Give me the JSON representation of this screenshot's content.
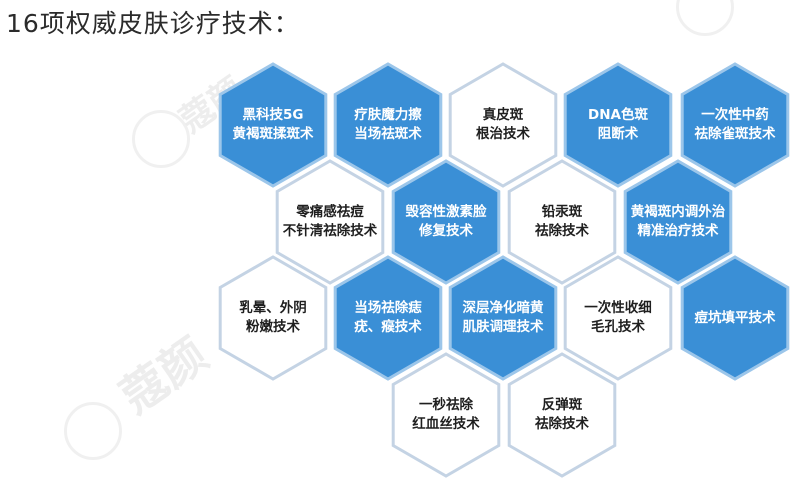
{
  "title": "16项权威皮肤诊疗技术：",
  "watermark": "蔻颜",
  "colors": {
    "blue": "#3a8fd6",
    "blue_stroke": "#9cc6ea",
    "white_fill": "#ffffff",
    "white_stroke": "#c4d3e4"
  },
  "hexes": [
    {
      "lines": [
        "黑科技5G",
        "黄褐斑揉斑术"
      ],
      "style": "blue"
    },
    {
      "lines": [
        "疗肤魔力擦",
        "当场祛斑术"
      ],
      "style": "blue"
    },
    {
      "lines": [
        "真皮斑",
        "根治技术"
      ],
      "style": "white"
    },
    {
      "lines": [
        "DNA色斑",
        "阻断术"
      ],
      "style": "blue"
    },
    {
      "lines": [
        "一次性中药",
        "祛除雀斑技术"
      ],
      "style": "blue"
    },
    {
      "lines": [
        "零痛感祛痘",
        "不针清祛除技术"
      ],
      "style": "white"
    },
    {
      "lines": [
        "毁容性激素脸",
        "修复技术"
      ],
      "style": "blue"
    },
    {
      "lines": [
        "铅汞斑",
        "祛除技术"
      ],
      "style": "white"
    },
    {
      "lines": [
        "黄褐斑内调外治",
        "精准治疗技术"
      ],
      "style": "blue"
    },
    {
      "lines": [
        "乳晕、外阴",
        "粉嫩技术"
      ],
      "style": "white"
    },
    {
      "lines": [
        "当场祛除痣",
        "疣、瘊技术"
      ],
      "style": "blue"
    },
    {
      "lines": [
        "深层净化暗黄",
        "肌肤调理技术"
      ],
      "style": "blue"
    },
    {
      "lines": [
        "一次性收细",
        "毛孔技术"
      ],
      "style": "white"
    },
    {
      "lines": [
        "痘坑填平技术"
      ],
      "style": "blue"
    },
    {
      "lines": [
        "一秒祛除",
        "红血丝技术"
      ],
      "style": "white"
    },
    {
      "lines": [
        "反弹斑",
        "祛除技术"
      ],
      "style": "white"
    }
  ]
}
